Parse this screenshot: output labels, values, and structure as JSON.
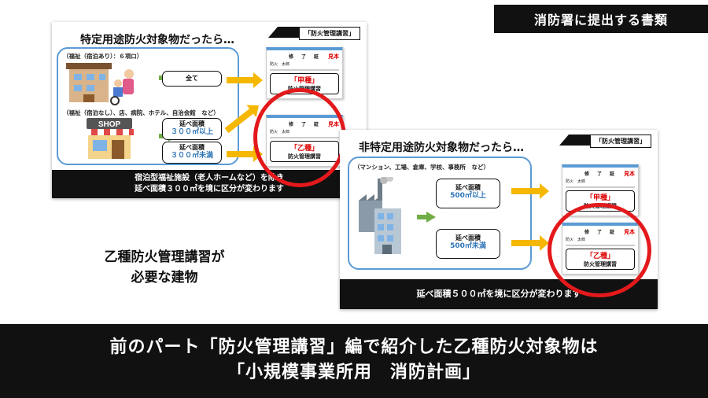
{
  "header": {
    "badge": "消防署に提出する書類"
  },
  "slide1": {
    "tag": "「防火管理講習」",
    "title": "特定用途防火対象物だったら…",
    "group1_label": "（福祉（宿泊あり）：６項ロ）",
    "group2_label": "（福祉（宿泊なし）、店、病院、ホテル、自治会館　など）",
    "shop_sign": "SHOP",
    "box_all": "全て",
    "box_over_line1": "延べ面積",
    "box_over_line2": "３００㎡以上",
    "box_under_line1": "延べ面積",
    "box_under_line2": "３００㎡未満",
    "footer_line1": "宿泊型福祉施設（老人ホームなど）を除き",
    "footer_line2": "延べ面積３００㎡を境に区分が変わります"
  },
  "slide2": {
    "tag": "「防火管理講習」",
    "title": "非特定用途防火対象物だったら…",
    "group_label": "（マンション、工場、倉庫、学校、事務所　など）",
    "box_over_line1": "延べ面積",
    "box_over_line2": "500㎡以上",
    "box_under_line1": "延べ面積",
    "box_under_line2": "500㎡未満",
    "footer": "延べ面積５００㎡を境に区分が変わります"
  },
  "cert": {
    "title": "修　了　証",
    "sample": "見本",
    "name": "防火　太郎",
    "grade_a": "「甲種」",
    "grade_b": "「乙種」",
    "course": "防火管理講習"
  },
  "caption": {
    "line1": "乙種防火管理講習が",
    "line2": "必要な建物"
  },
  "bottom": {
    "line1": "前のパート「防火管理講習」編で紹介した乙種防火対象物は",
    "line2": "「小規模事業所用　消防計画」"
  },
  "colors": {
    "accent_red": "#e3191c",
    "panel_blue": "#5b9bd5",
    "arrow_yellow": "#f5b700",
    "arrow_green": "#70ad47"
  }
}
